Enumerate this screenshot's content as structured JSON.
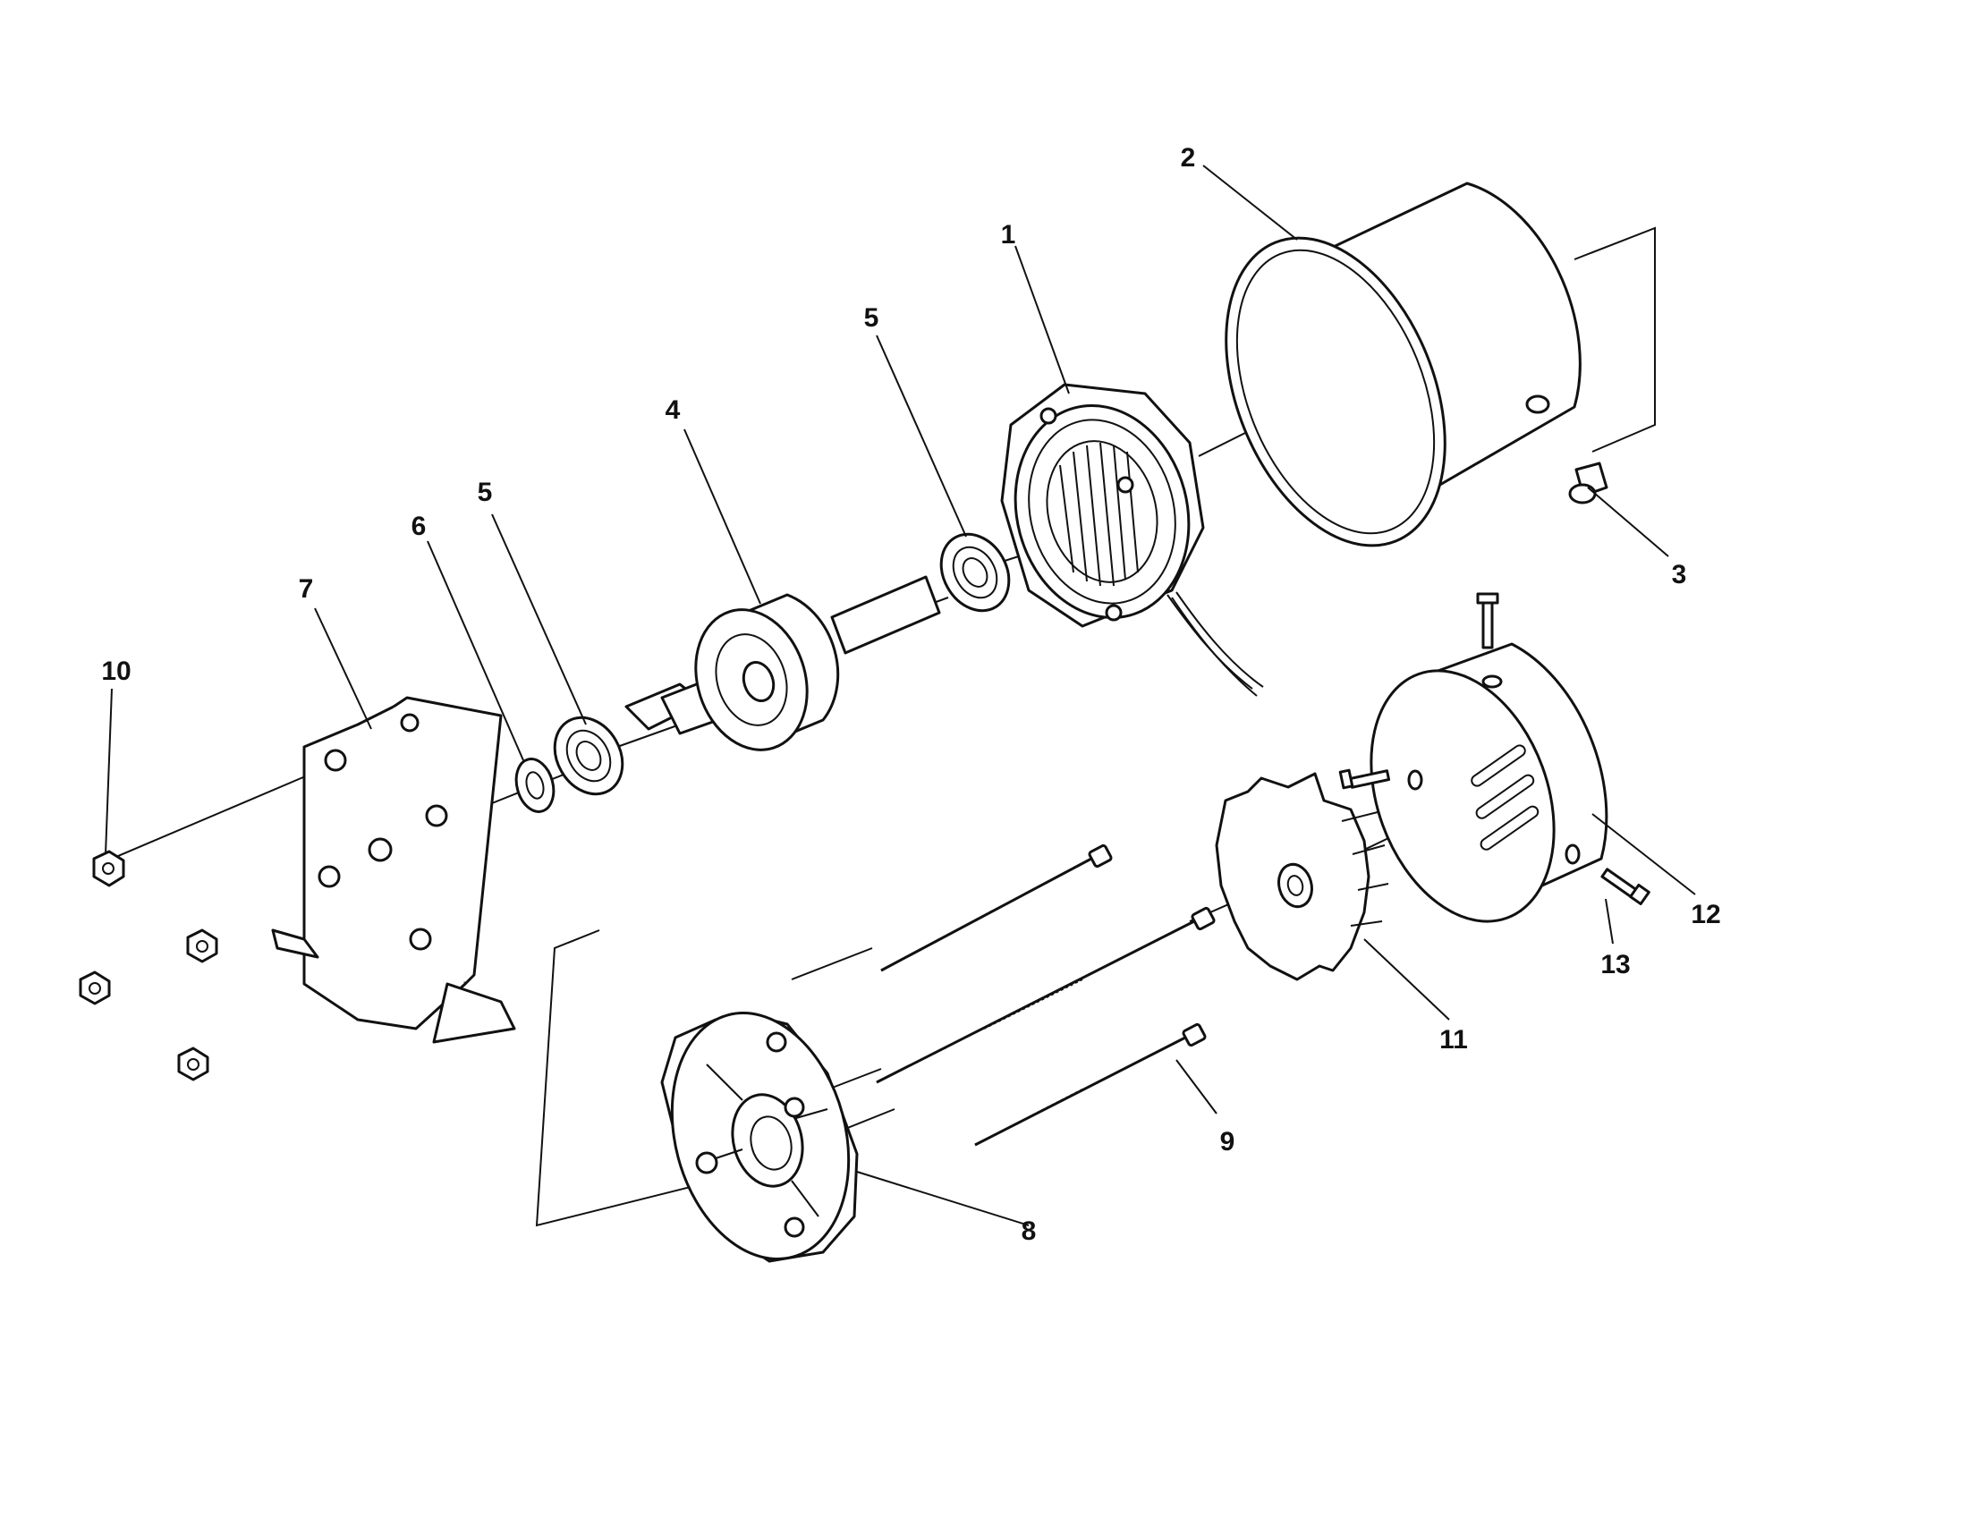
{
  "diagram": {
    "kind": "exploded parts view",
    "colors": {
      "ink": "#111111",
      "paper": "#ffffff"
    },
    "callouts": {
      "c1": "1",
      "c2": "2",
      "c3": "3",
      "c4": "4",
      "c5a": "5",
      "c5b": "5",
      "c6": "6",
      "c7": "7",
      "c8": "8",
      "c9": "9",
      "c10": "10",
      "c11": "11",
      "c12": "12",
      "c13": "13"
    }
  }
}
